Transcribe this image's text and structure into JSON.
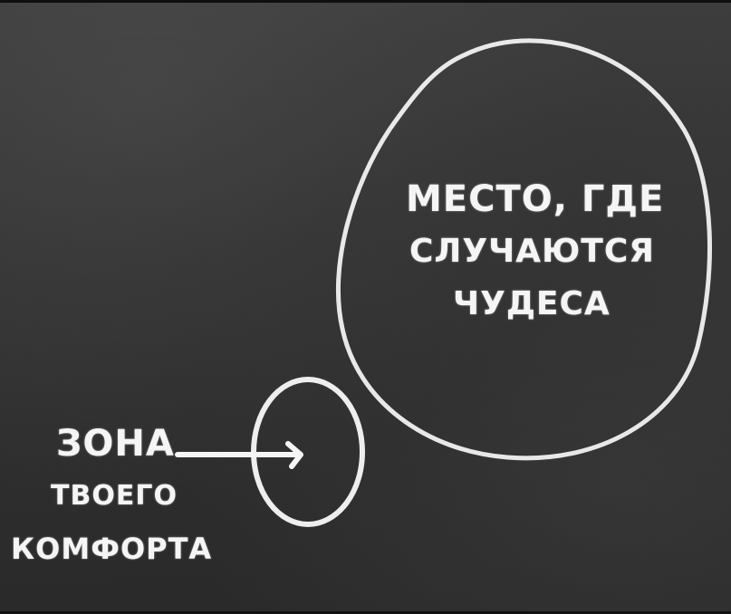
{
  "image": {
    "style": "chalkboard drawing",
    "colors": {
      "board": "#333333",
      "chalk": "#f5f5f5",
      "top_border": "#0f0f0f"
    }
  },
  "big_circle": {
    "label_lines": [
      "Место, где",
      "случаются",
      "чудеса"
    ]
  },
  "small_circle": {
    "label_lines": [
      "Зона",
      "твоего",
      "комфорта"
    ],
    "arrow": "arrow-right-icon"
  }
}
